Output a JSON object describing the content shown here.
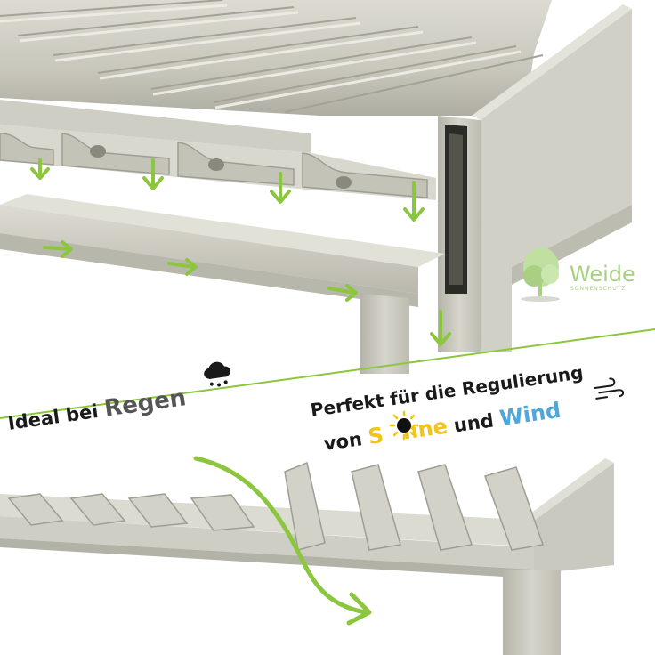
{
  "brand": {
    "name": "Weide",
    "tagline": "SONNENSCHUTZ"
  },
  "captions": {
    "rain": {
      "prefix": "Ideal bei ",
      "highlight": "Regen"
    },
    "regulation": {
      "line1": "Perfekt für die Regulierung",
      "line2_a": "von ",
      "sun_a": "S",
      "sun_b": "nne",
      "line2_b": " und ",
      "wind": "Wind"
    }
  },
  "colors": {
    "frame": "#c9c8bd",
    "frame_light": "#dedcd2",
    "frame_dark": "#a9a89c",
    "shadow": "#7d7c72",
    "arrow_green": "#8cc63f",
    "divider_green": "#8cc63f",
    "text_dark": "#1a1a1a",
    "text_grey": "#555555",
    "sun_yellow": "#f0c419",
    "wind_blue": "#4fa8d8",
    "brand_green": "#a9cf82"
  },
  "icons": {
    "rain": "rain-cloud-icon",
    "sun": "sun-icon",
    "wind": "wind-icon",
    "brand": "tree-logo-icon"
  }
}
